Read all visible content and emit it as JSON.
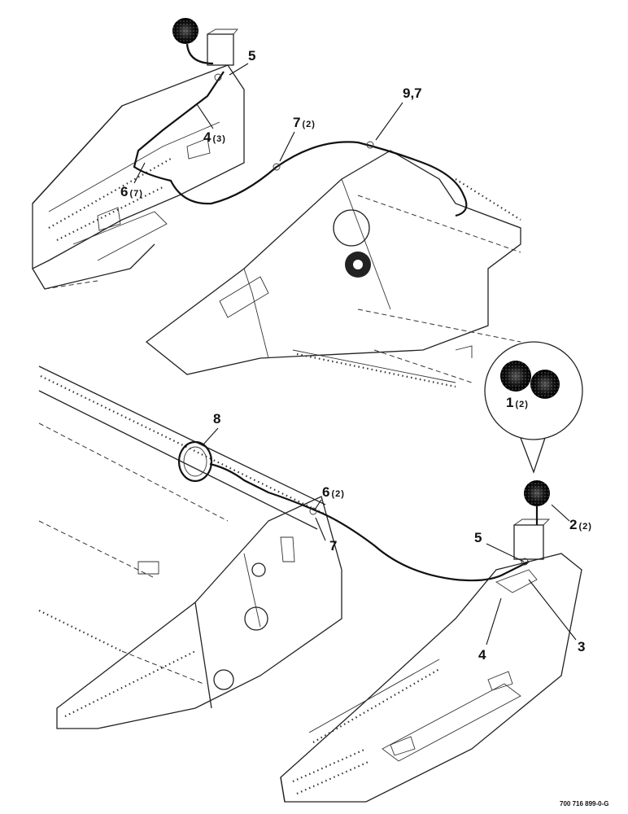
{
  "callouts": {
    "c5_top": {
      "num": "5",
      "qty": ""
    },
    "c4_top": {
      "num": "4",
      "qty": "(3)"
    },
    "c6_top": {
      "num": "6",
      "qty": "(7)"
    },
    "c7_top": {
      "num": "7",
      "qty": "(2)"
    },
    "c97_top": {
      "num": "9,7",
      "qty": ""
    },
    "c1": {
      "num": "1",
      "qty": "(2)"
    },
    "c2": {
      "num": "2",
      "qty": "(2)"
    },
    "c8": {
      "num": "8",
      "qty": ""
    },
    "c6_bot": {
      "num": "6",
      "qty": "(2)"
    },
    "c7_bot": {
      "num": "7",
      "qty": ""
    },
    "c5_bot": {
      "num": "5",
      "qty": ""
    },
    "c3": {
      "num": "3",
      "qty": ""
    },
    "c4_bot": {
      "num": "4",
      "qty": ""
    }
  },
  "drawing_code": "700 716 899-0-G"
}
